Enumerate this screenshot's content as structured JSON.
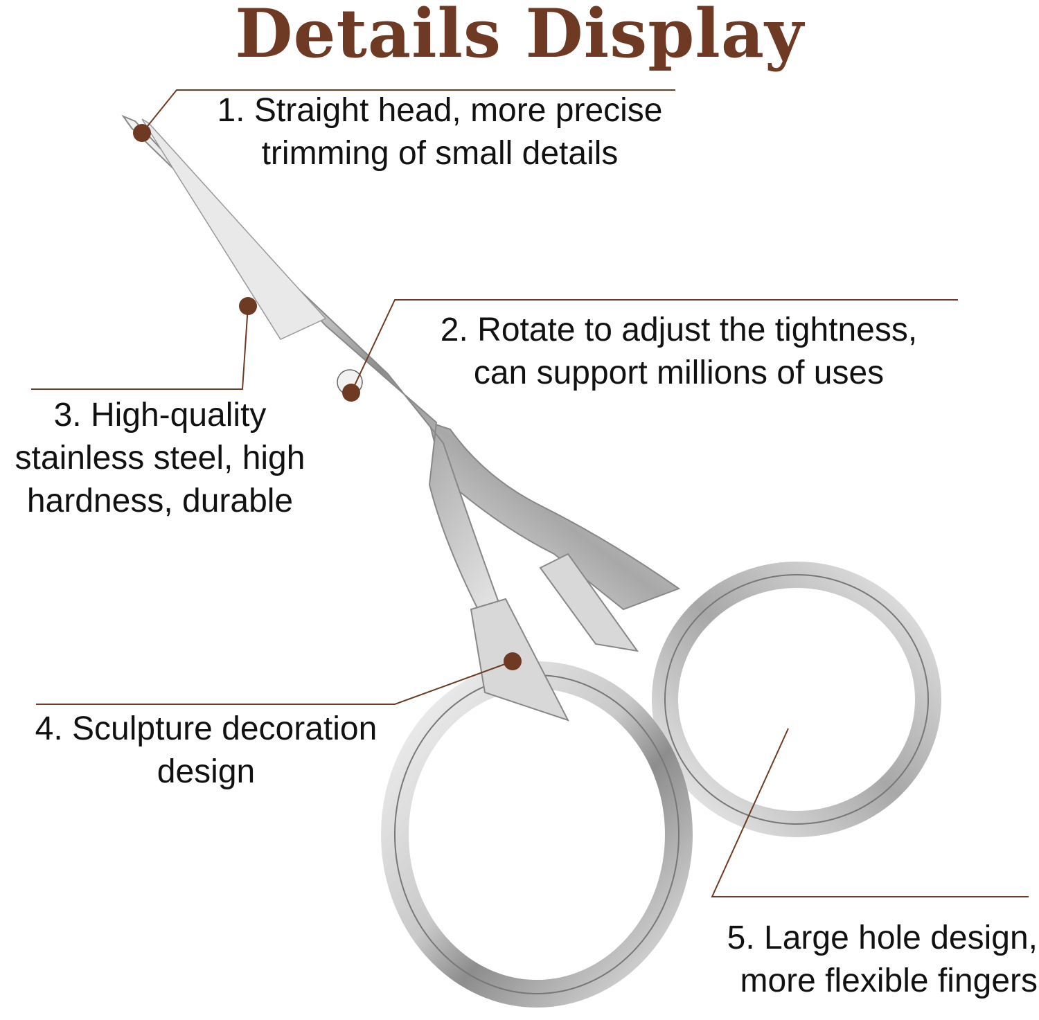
{
  "title": "Details Display",
  "accent_color": "#6e3a24",
  "callouts": [
    {
      "lines": [
        "1. Straight head, more precise",
        "trimming of small details"
      ]
    },
    {
      "lines": [
        "2. Rotate to adjust the tightness,",
        "can support millions of uses"
      ]
    },
    {
      "lines": [
        "3. High-quality",
        "stainless steel, high",
        "hardness, durable"
      ]
    },
    {
      "lines": [
        "4. Sculpture decoration",
        "design"
      ]
    },
    {
      "lines": [
        "5. Large hole design,",
        "more flexible fingers"
      ]
    }
  ]
}
